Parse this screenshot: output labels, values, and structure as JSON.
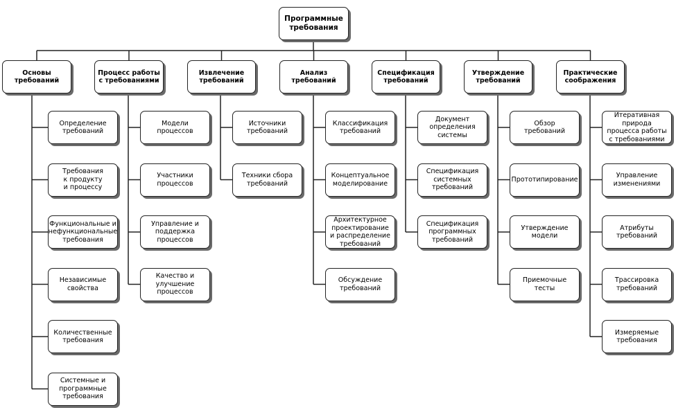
{
  "root": {
    "label": "Программные\nтребования"
  },
  "areas": [
    {
      "title": "Основы\nтребований",
      "items": [
        "Определение\nтребований",
        "Требования\nк продукту\nи процессу",
        "Функциональные и\nнефункциональные\nтребования",
        "Независимые\nсвойства",
        "Количественные\nтребования",
        "Системные и\nпрограммные\nтребования"
      ]
    },
    {
      "title": "Процесс работы\nс требованиями",
      "items": [
        "Модели\nпроцессов",
        "Участники\nпроцессов",
        "Управление и\nподдержка\nпроцессов",
        "Качество и\nулучшение\nпроцессов"
      ]
    },
    {
      "title": "Извлечение\nтребований",
      "items": [
        "Источники\nтребований",
        "Техники сбора\nтребований"
      ]
    },
    {
      "title": "Анализ\nтребований",
      "items": [
        "Классификация\nтребований",
        "Концептуальное\nмоделирование",
        "Архитектурное\nпроектирование\nи распределение\nтребований",
        "Обсуждение\nтребований"
      ]
    },
    {
      "title": "Спецификация\nтребований",
      "items": [
        "Документ\nопределения\nсистемы",
        "Спецификация\nсистемных\nтребований",
        "Спецификация\nпрограммных\nтребований"
      ]
    },
    {
      "title": "Утверждение\nтребований",
      "items": [
        "Обзор\nтребований",
        "Прототипирование",
        "Утверждение\nмодели",
        "Приемочные\nтесты"
      ]
    },
    {
      "title": "Практические\nсоображения",
      "items": [
        "Итеративная\nприрода\nпроцесса работы\nс требованиями",
        "Управление\nизменениями",
        "Атрибуты\nтребований",
        "Трассировка\nтребований",
        "Измеряемые\nтребования"
      ]
    }
  ]
}
